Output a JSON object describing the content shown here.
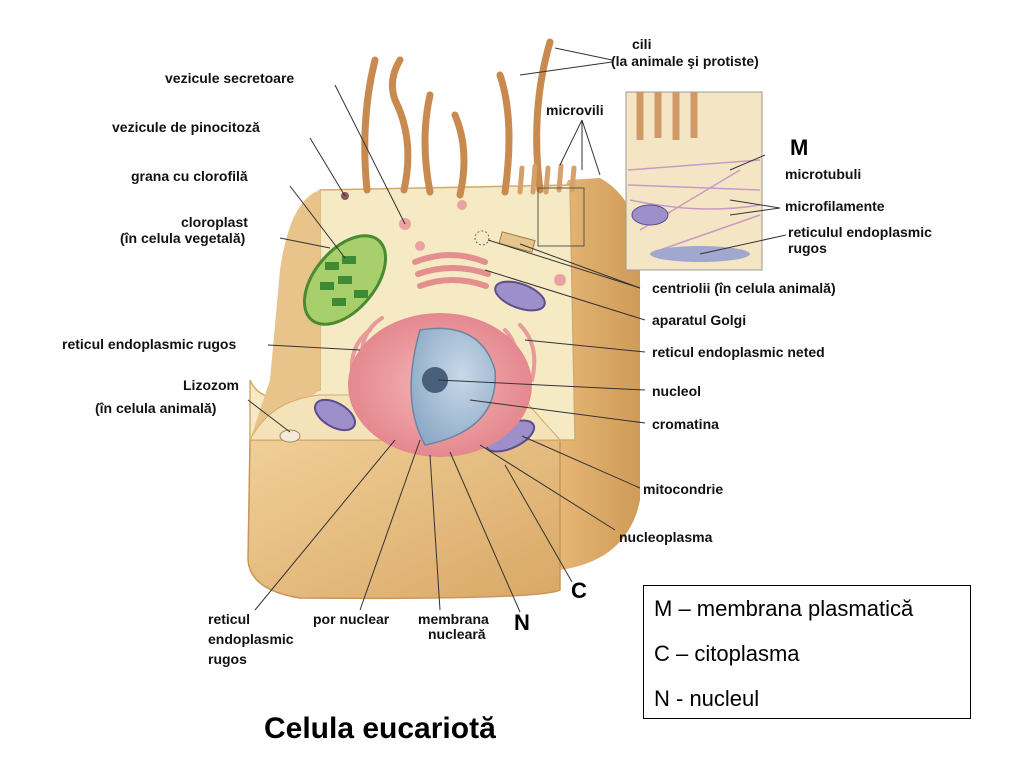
{
  "title": "Celula eucariotă",
  "legend": [
    "M – membrana plasmatică",
    "C – citoplasma",
    "N - nucleul"
  ],
  "markers": {
    "m": "M",
    "c": "C",
    "n": "N"
  },
  "labels": {
    "cili": "cili",
    "cili_note": "(la animale şi protiste)",
    "microvili": "microvili",
    "vezicule_secretoare": "vezicule secretoare",
    "vezicule_pinocitoza": "vezicule de pinocitoză",
    "grana": "grana cu clorofilă",
    "cloroplast": "cloroplast",
    "cloroplast_note": "(în celula vegetală)",
    "reticul_rugos_left": "reticul endoplasmic rugos",
    "lizozom": "Lizozom",
    "lizozom_note": "(în celula animală)",
    "microtubuli": "microtubuli",
    "microfilamente": "microfilamente",
    "reticulul_rugos_inset_1": "reticulul endoplasmic",
    "reticulul_rugos_inset_2": "rugos",
    "centriolii": "centriolii (în celula animală)",
    "golgi": "aparatul Golgi",
    "reticul_neted": "reticul endoplasmic neted",
    "nucleol": "nucleol",
    "cromatina": "cromatina",
    "mitocondrie": "mitocondrie",
    "nucleoplasma": "nucleoplasma",
    "reticul_bottom_1": "reticul",
    "reticul_bottom_2": "endoplasmic",
    "reticul_bottom_3": "rugos",
    "por_nuclear": "por nuclear",
    "membrana_1": "membrana",
    "membrana_2": "nucleară"
  }
}
